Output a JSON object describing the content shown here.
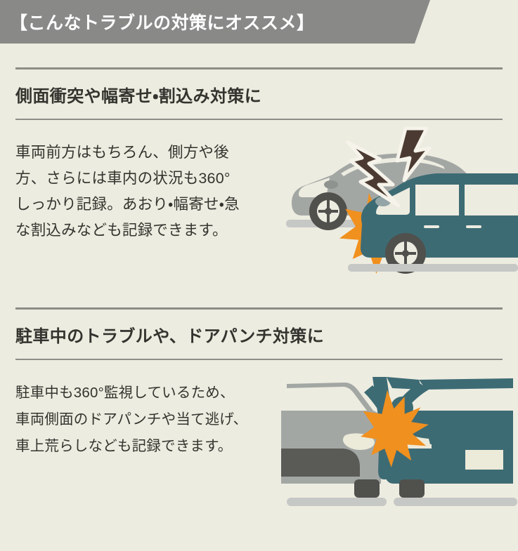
{
  "page": {
    "background_color": "#edece0",
    "text_color": "#34342f"
  },
  "banner": {
    "title": "【こんなトラブルの対策にオススメ】",
    "background_color": "#898a88",
    "text_color": "#ffffff"
  },
  "sections": [
    {
      "heading": "側面衝突や幅寄せ・割込み対策に",
      "body_lines": [
        "車両前方はもちろん、側方や後",
        "方、さらには車内の状況も360°",
        "しっかり記録。あおり・幅寄せ・急",
        "な割込みなども記録できます。"
      ],
      "illustration": {
        "name": "side-collision-illustration",
        "description": "グレーの車に後方からティール色の車が側面衝突",
        "elements": [
          "gray-car",
          "teal-car",
          "impact-burst",
          "lightning-bolt-left",
          "lightning-bolt-right"
        ]
      }
    },
    {
      "heading": "駐車中のトラブルや、ドアパンチ対策に",
      "body_lines": [
        "駐車中も360°監視しているため、",
        "車両側面のドアパンチや当て逃げ、",
        "車上荒らしなども記録できます。"
      ],
      "illustration": {
        "name": "door-punch-illustration",
        "description": "駐車中の隣の車のドアがグレーの車に当たる",
        "elements": [
          "gray-car-front",
          "teal-car-with-open-door",
          "impact-burst"
        ]
      }
    }
  ],
  "palette": {
    "banner_gray": "#898a88",
    "rule_gray": "#8d8d87",
    "car_gray": "#a3a7a4",
    "car_gray_dark": "#5a5a57",
    "car_teal": "#3d6b74",
    "window_cream": "#ecead9",
    "burst_orange": "#f0901e",
    "bolt_brown": "#4b3a31",
    "wheel_dark": "#50504d",
    "shadow_gray": "#c6c8c6"
  }
}
